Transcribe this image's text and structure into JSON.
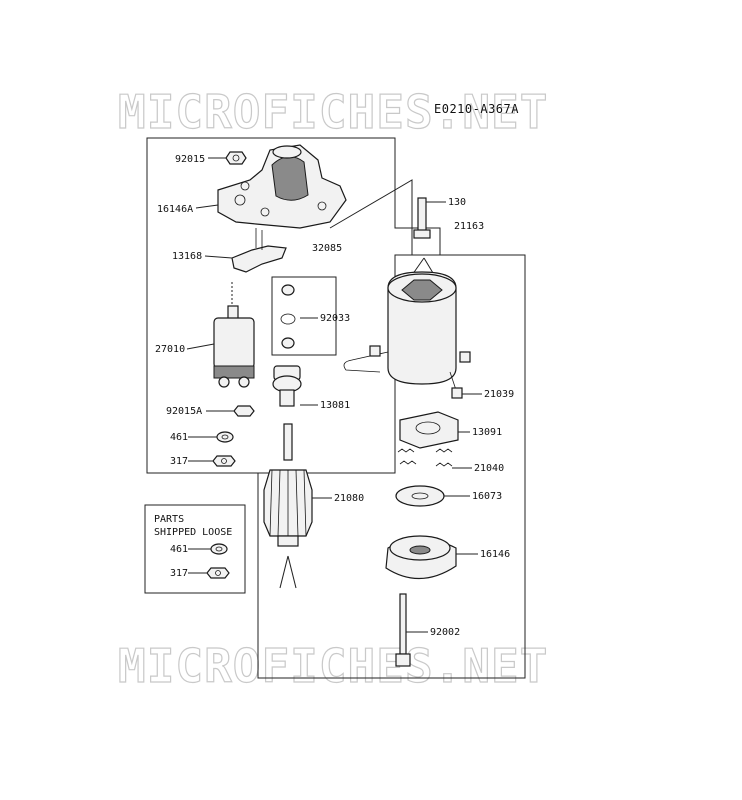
{
  "watermark": "MICROFICHES.NET",
  "diagram_code": "E0210-A367A",
  "parts_box": {
    "title_line1": "PARTS",
    "title_line2": "SHIPPED LOOSE"
  },
  "labels": {
    "p92015": "92015",
    "p16146a": "16146A",
    "p13168": "13168",
    "p27010": "27010",
    "p92015a": "92015A",
    "p461": "461",
    "p317": "317",
    "p32085": "32085",
    "p92033": "92033",
    "p13081": "13081",
    "p21080": "21080",
    "p130": "130",
    "p21163": "21163",
    "p21039": "21039",
    "p13091": "13091",
    "p21040": "21040",
    "p16073": "16073",
    "p16146": "16146",
    "p92002": "92002",
    "loose461": "461",
    "loose317": "317"
  }
}
